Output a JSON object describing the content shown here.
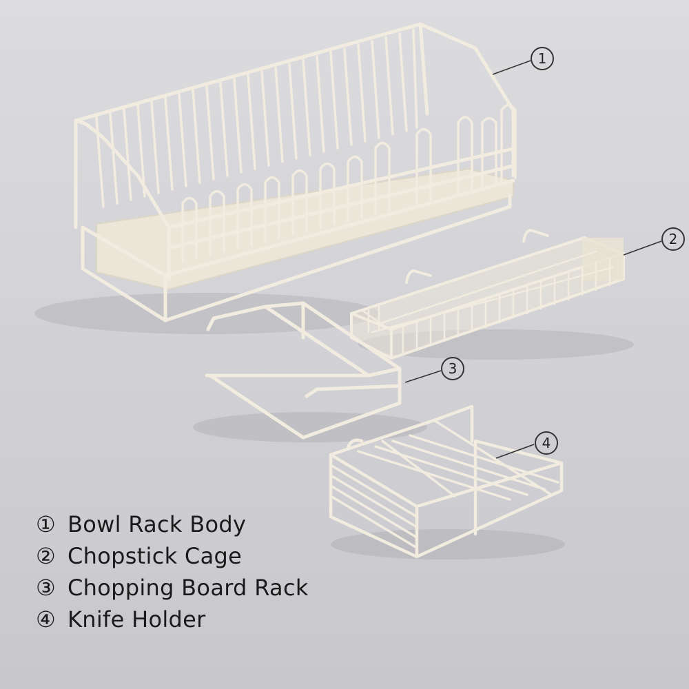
{
  "image": {
    "background_color": "#d6d6da",
    "product_color": "#f1ecdf",
    "product_shadow_color": "#bdb8ac"
  },
  "components": [
    {
      "id": "bowl-rack-body",
      "marker": "①",
      "label": "Bowl Rack Body"
    },
    {
      "id": "chopstick-cage",
      "marker": "②",
      "label": "Chopstick Cage"
    },
    {
      "id": "chopping-board-rack",
      "marker": "③",
      "label": "Chopping Board Rack"
    },
    {
      "id": "knife-holder",
      "marker": "④",
      "label": "Knife Holder"
    }
  ],
  "callouts": {
    "c1": "1",
    "c2": "2",
    "c3": "3",
    "c4": "4"
  }
}
